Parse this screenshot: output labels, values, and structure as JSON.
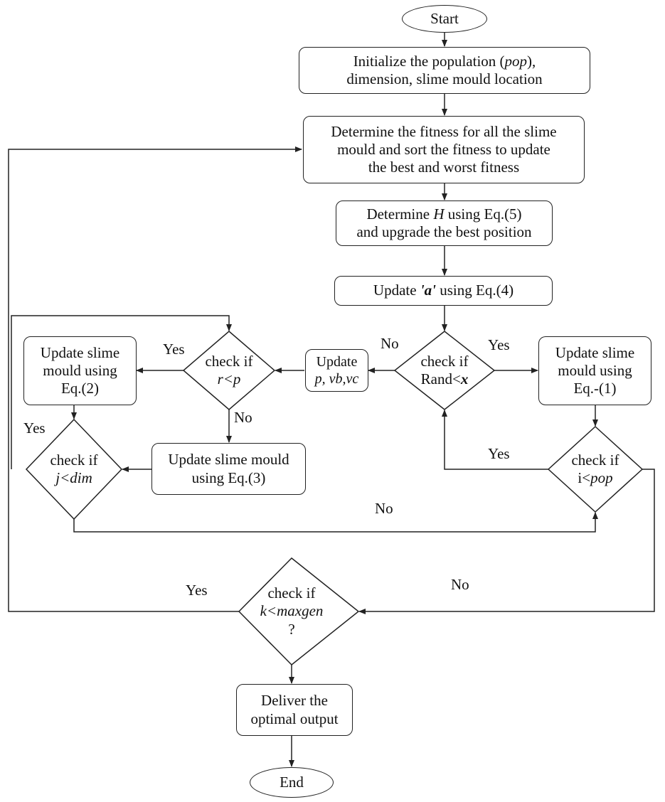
{
  "flowchart": {
    "start": "Start",
    "init": {
      "line1_pre": "Initialize the population (",
      "line1_var": "pop",
      "line1_post": "),",
      "line2": "dimension, slime mould location"
    },
    "fitness": {
      "line1": "Determine the fitness for all the slime",
      "line2": "mould and sort the fitness to update",
      "line3": "the best and worst fitness"
    },
    "determine_h": {
      "line1_pre": "Determine ",
      "line1_var": "H",
      "line1_post": " using Eq.(5)",
      "line2": "and upgrade the best position"
    },
    "update_a": {
      "pre": "Update ",
      "var": "'a'",
      "post": " using Eq.(4)"
    },
    "check_rand": {
      "line1": "check if",
      "line2_pre": "Rand<",
      "line2_var": "x"
    },
    "update_p": {
      "line1": "Update",
      "line2": "p, vb,vc"
    },
    "check_rp": {
      "line1": "check if",
      "line2": "r<p"
    },
    "update_eq2": {
      "line1": "Update slime",
      "line2": "mould using",
      "line3": "Eq.(2)"
    },
    "update_eq1": {
      "line1": "Update slime",
      "line2": "mould using",
      "line3": "Eq.-(1)"
    },
    "update_eq3": {
      "line1": "Update slime mould",
      "line2": "using Eq.(3)"
    },
    "check_j": {
      "line1": "check if",
      "line2": "j<dim"
    },
    "check_i": {
      "line1": "check if",
      "line2_pre": "i<",
      "line2_var": "pop"
    },
    "check_k": {
      "line1": "check if",
      "line2": "k<maxgen",
      "line3": "?"
    },
    "deliver": {
      "line1": "Deliver the",
      "line2": "optimal output"
    },
    "end": "End",
    "labels": {
      "no_rand": "No",
      "yes_rand": "Yes",
      "yes_rp": "Yes",
      "no_rp": "No",
      "yes_j": "Yes",
      "yes_i": "Yes",
      "no_j": "No",
      "no_i": "No",
      "yes_k": "Yes"
    }
  }
}
